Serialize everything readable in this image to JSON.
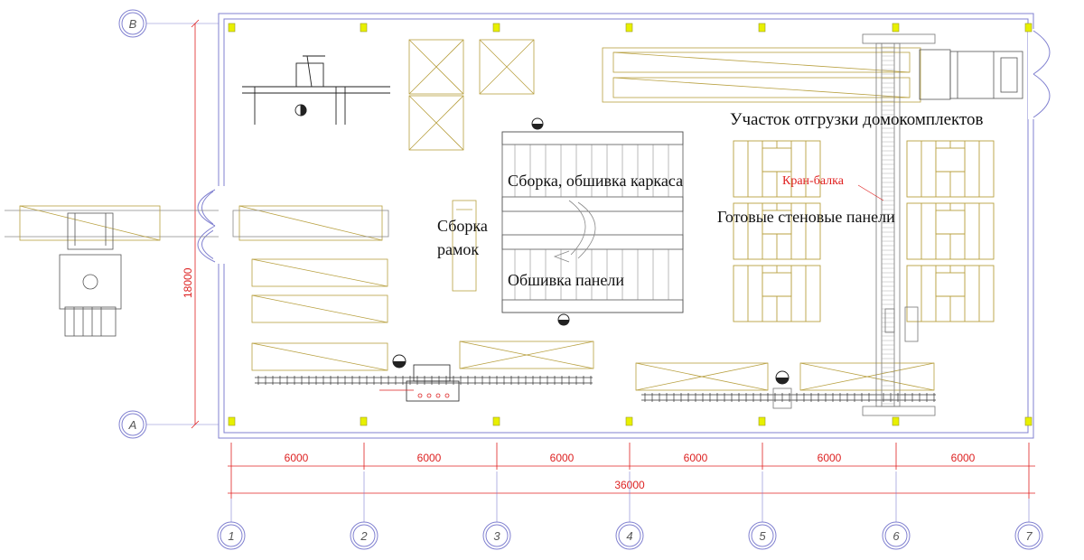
{
  "labels": {
    "shipping": "Участок отгрузки домокомплектов",
    "assembly_frame": "Сборка, обшивка каркаса",
    "frame_assembly_1": "Сборка",
    "frame_assembly_2": "рамок",
    "panel_sheathing": "Обшивка панели",
    "crane": "Кран-балка",
    "ready_panels": "Готовые стеновые панели"
  },
  "axes": {
    "rows": [
      "В",
      "А"
    ],
    "columns": [
      "1",
      "2",
      "3",
      "4",
      "5",
      "6",
      "7"
    ]
  },
  "dimensions": {
    "spans": [
      "6000",
      "6000",
      "6000",
      "6000",
      "6000",
      "6000"
    ],
    "total": "36000",
    "height": "18000"
  },
  "colors": {
    "wall": "#8080d0",
    "equipment": "#b8a040",
    "column": "#e8f000",
    "dimension": "#e02020",
    "ink": "#111111"
  }
}
